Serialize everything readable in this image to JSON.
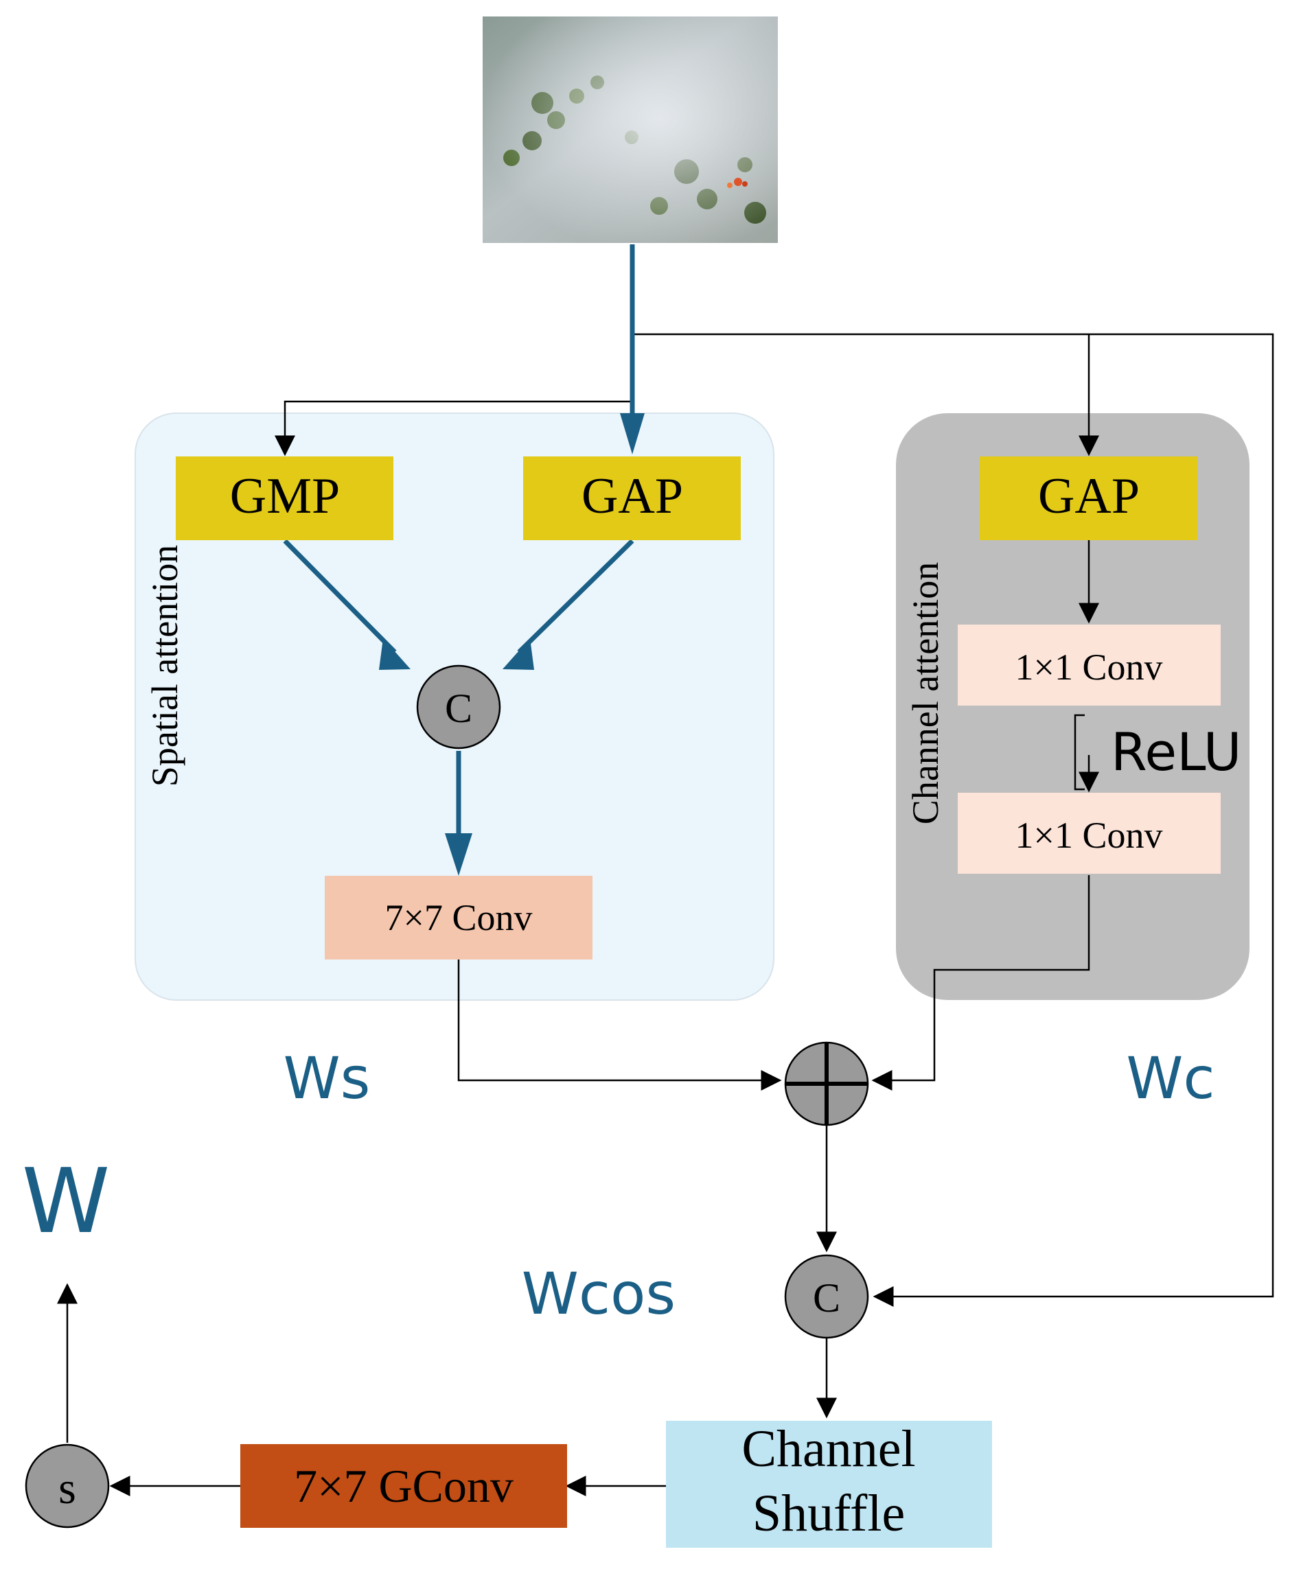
{
  "input_image": {
    "icon": "forest-fire-aerial-photo"
  },
  "colors": {
    "spatial_panel": "#eaf6fc",
    "channel_panel": "#bebebe",
    "pool_box": "#e2ca17",
    "conv_box": "#f5c6ae",
    "conv_box_light": "#fce4d9",
    "gconv_box": "#c24e15",
    "shuffle_box": "#bfe5f3",
    "node": "#9a9a9a",
    "flow_main": "#1b5f86",
    "label_blue": "#1b5f86"
  },
  "spatial_attention": {
    "label": "Spatial attention",
    "gmp": "GMP",
    "gap": "GAP",
    "concat": "C",
    "conv": "7×7 Conv",
    "output_label": "Ws"
  },
  "channel_attention": {
    "label": "Channel attention",
    "gap": "GAP",
    "conv1": "1×1 Conv",
    "activation": "ReLU",
    "conv2": "1×1 Conv",
    "output_label": "Wc"
  },
  "fusion": {
    "add_symbol": "+",
    "concat": "C",
    "label": "Wcos"
  },
  "tail": {
    "shuffle_line1": "Channel",
    "shuffle_line2": "Shuffle",
    "gconv": "7×7 GConv",
    "sigmoid": "s",
    "output_label": "W"
  }
}
